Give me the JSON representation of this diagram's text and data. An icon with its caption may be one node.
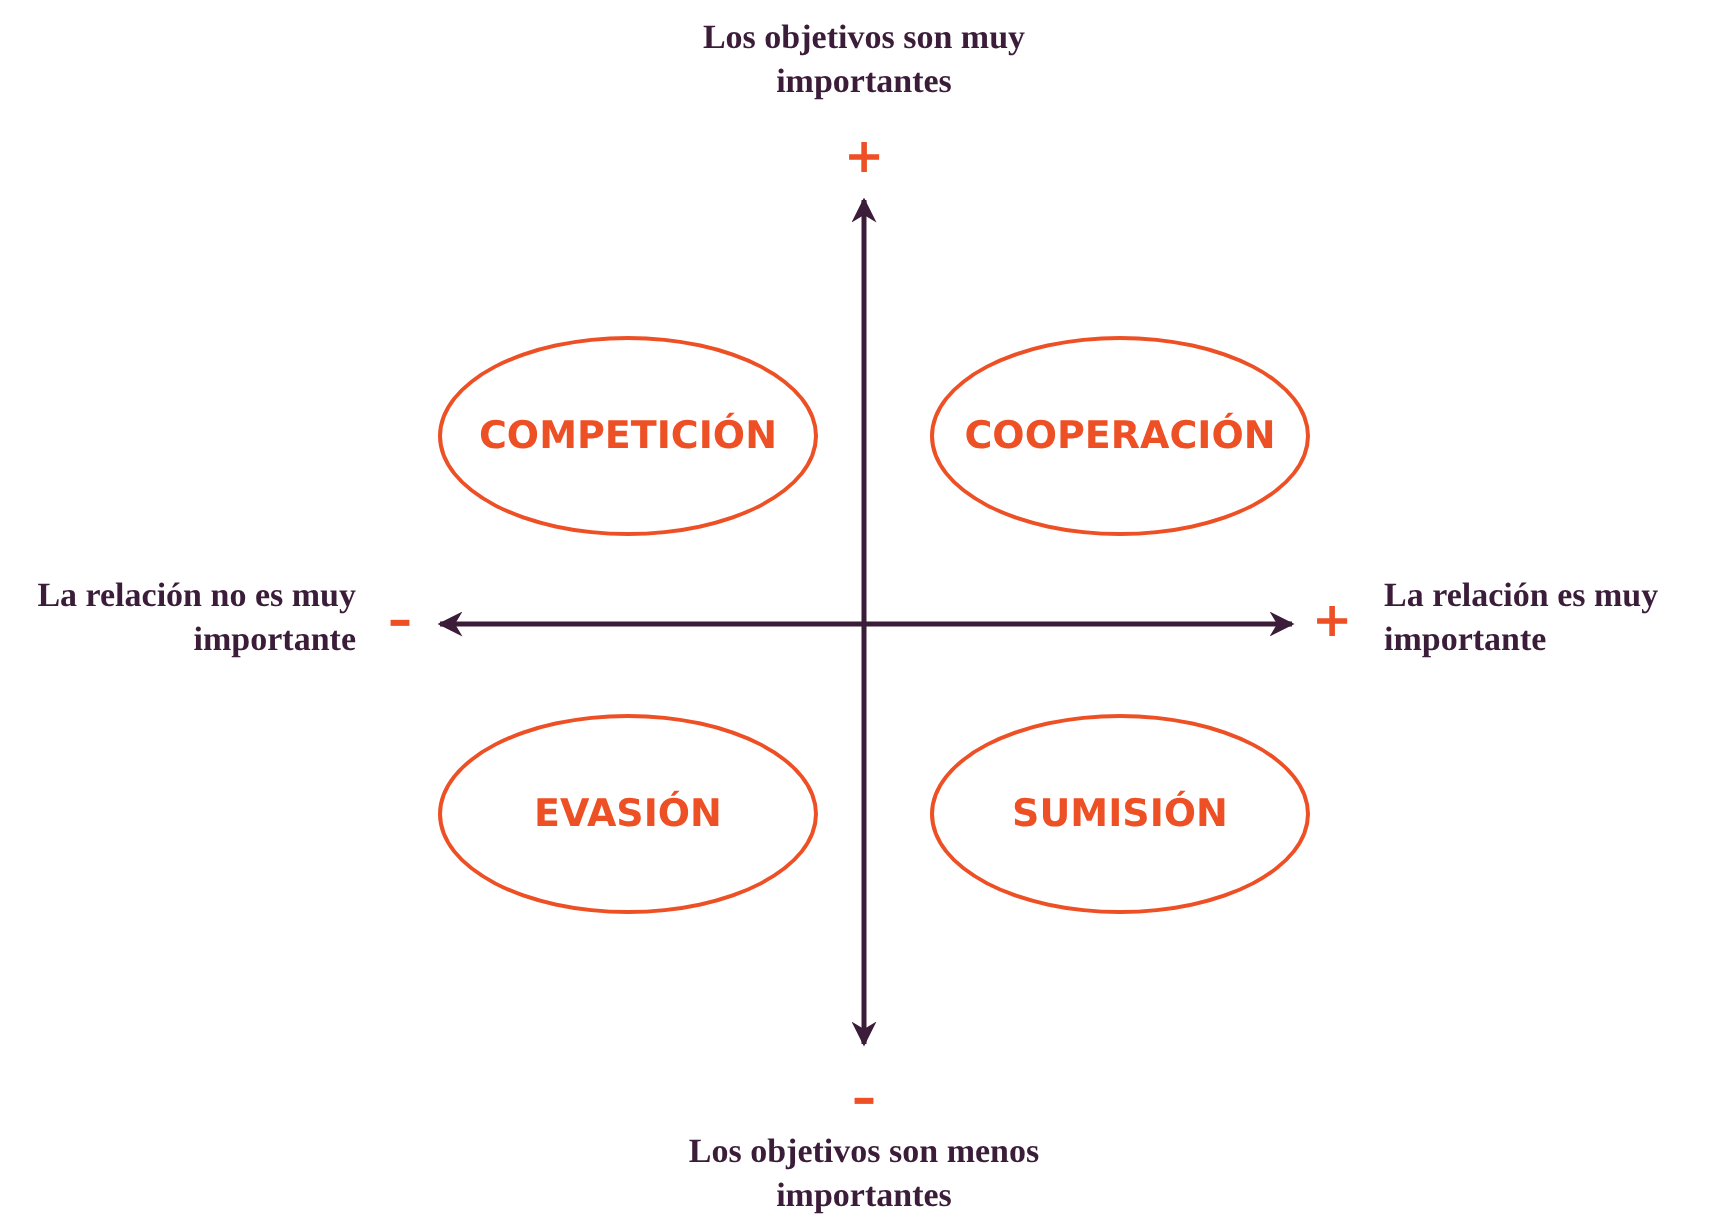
{
  "diagram": {
    "nodes": [
      {
        "text": [
          "COMPETICIÓN"
        ]
      },
      {
        "text": [
          "COOPERACIÓN"
        ]
      },
      {
        "text": [
          "EVASIÓN"
        ]
      },
      {
        "text": [
          "SUMISIÓN"
        ]
      }
    ],
    "labels": [
      "Los objetivos son muy importantes",
      "+",
      "La relación no es muy importante",
      "–",
      "+",
      "La relación es muy importante",
      "–",
      "Los objetivos son menos importantes"
    ]
  }
}
